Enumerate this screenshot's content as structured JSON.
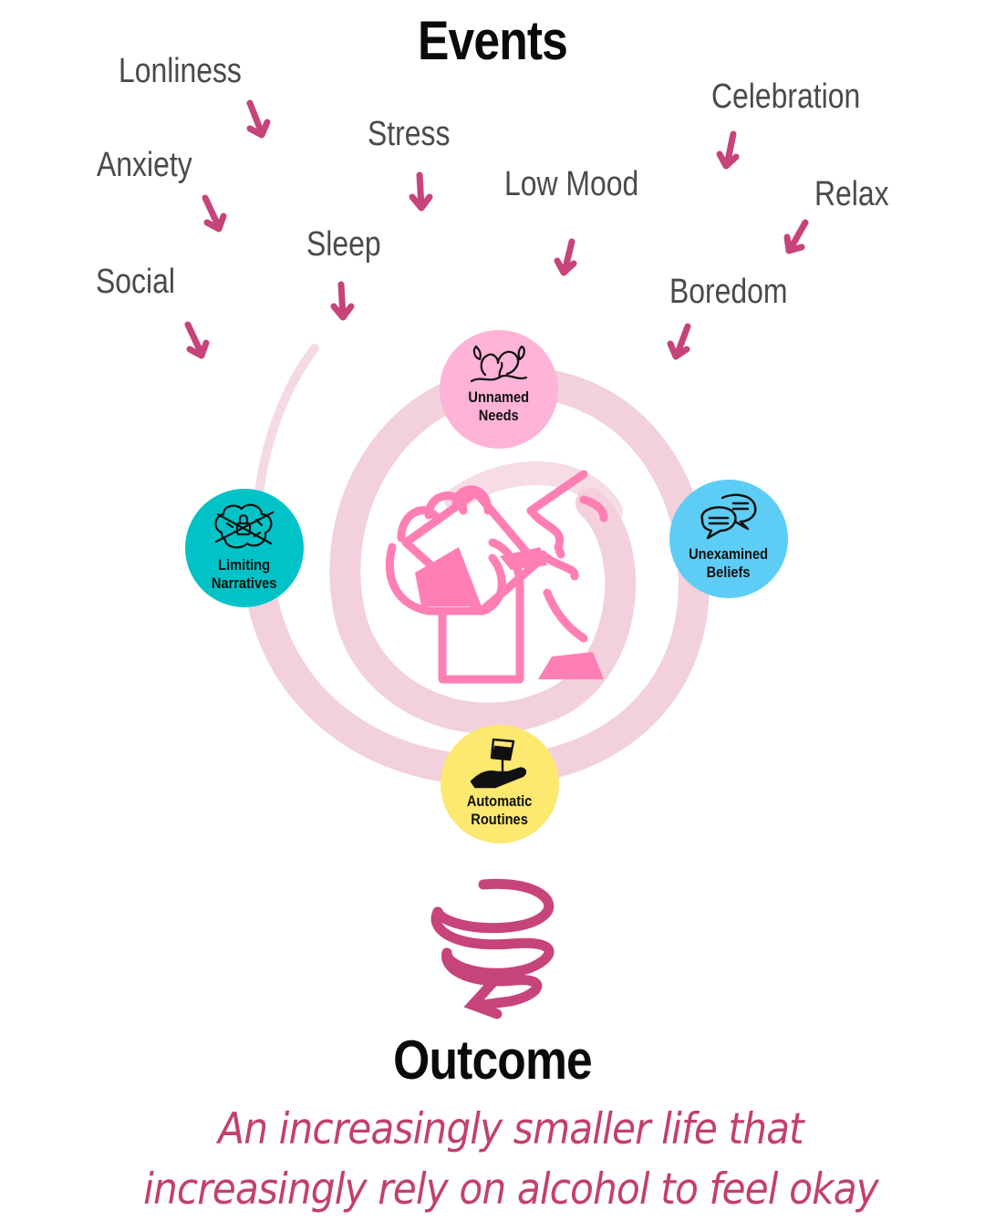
{
  "title": "Events",
  "events": [
    {
      "label": "Lonliness"
    },
    {
      "label": "Anxiety"
    },
    {
      "label": "Social"
    },
    {
      "label": "Stress"
    },
    {
      "label": "Sleep"
    },
    {
      "label": "Low Mood"
    },
    {
      "label": "Celebration"
    },
    {
      "label": "Relax"
    },
    {
      "label": "Boredom"
    }
  ],
  "nodes": {
    "unnamed_needs": {
      "line1": "Unnamed",
      "line2": "Needs",
      "color": "#ffb3d6"
    },
    "unexamined_beliefs": {
      "line1": "Unexamined",
      "line2": "Beliefs",
      "color": "#5dcdf5"
    },
    "limiting_narratives": {
      "line1": "Limiting",
      "line2": "Narratives",
      "color": "#00c2c7"
    },
    "automatic_routines": {
      "line1": "Automatic",
      "line2": "Routines",
      "color": "#fde870"
    }
  },
  "outcome": {
    "title": "Outcome",
    "text": "An increasingly smaller life that increasingly rely on alcohol to feel okay"
  },
  "colors": {
    "arrow": "#c7447a",
    "spiral": "#f2d0dc",
    "drink_icon": "#ff7fb4",
    "outcome_text": "#c2406f"
  },
  "icons": {
    "center": "hand-drinking-glass-icon",
    "bottom": "downward-spiral-arrow-icon"
  }
}
